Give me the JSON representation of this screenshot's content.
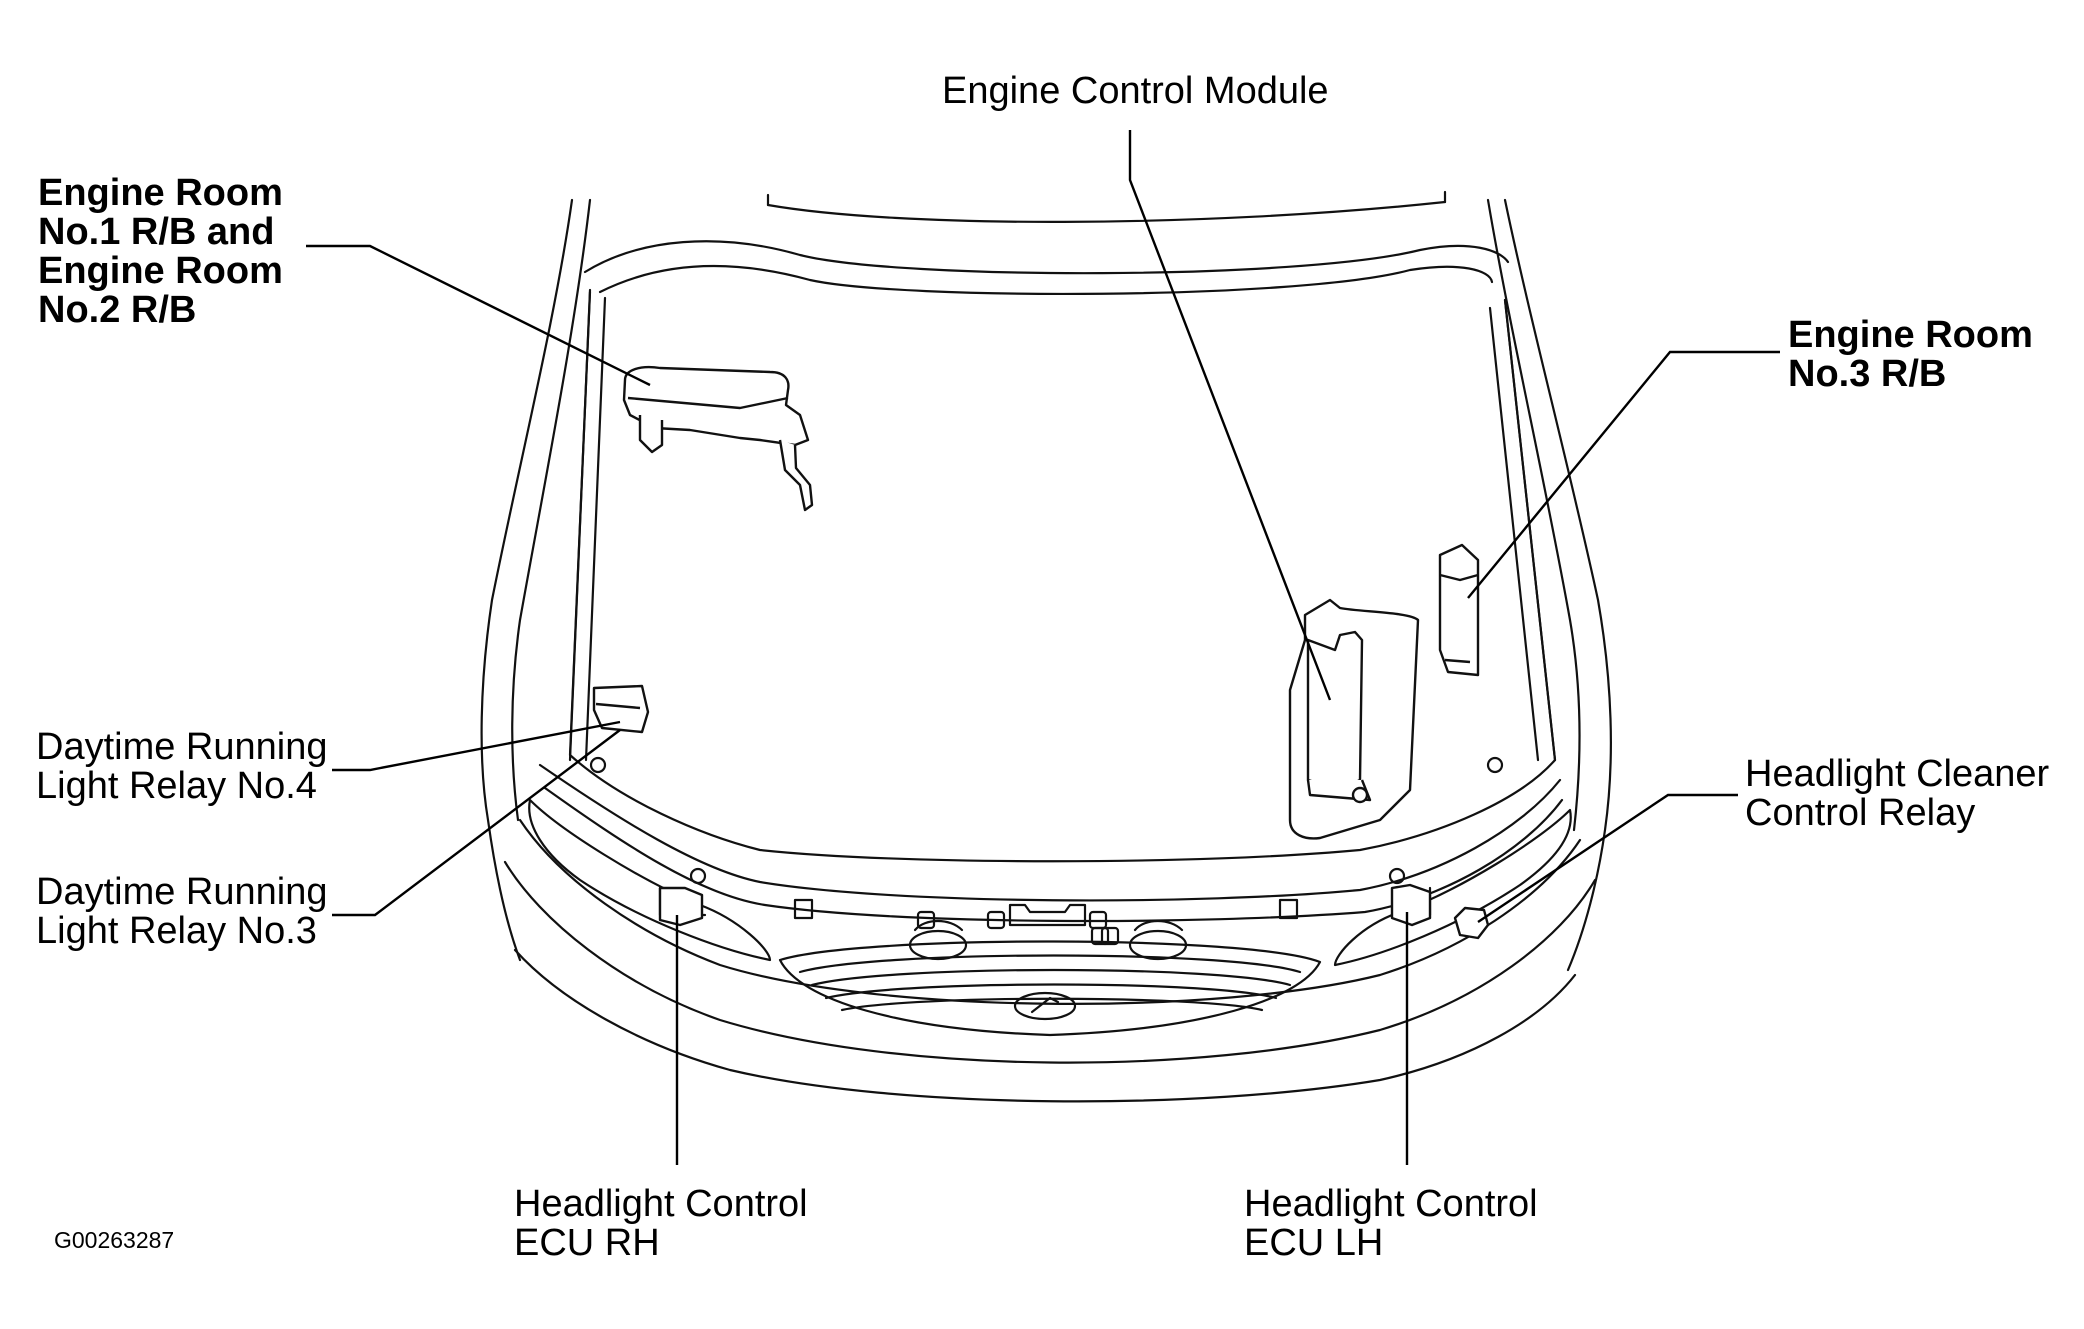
{
  "labels": {
    "engine_control_module": [
      "Engine Control Module"
    ],
    "engine_room_no1_no2": [
      "Engine Room",
      "No.1 R/B and",
      "Engine Room",
      "No.2 R/B"
    ],
    "engine_room_no3": [
      "Engine Room",
      "No.3 R/B"
    ],
    "drl_relay_no4": [
      "Daytime Running",
      "Light Relay No.4"
    ],
    "drl_relay_no3": [
      "Daytime Running",
      "Light Relay No.3"
    ],
    "headlight_cleaner_relay": [
      "Headlight Cleaner",
      "Control Relay"
    ],
    "headlight_ecu_rh": [
      "Headlight Control",
      "ECU RH"
    ],
    "headlight_ecu_lh": [
      "Headlight Control",
      "ECU LH"
    ]
  },
  "figure_code": "G00263287",
  "colors": {
    "line": "#000000",
    "background": "#ffffff"
  }
}
